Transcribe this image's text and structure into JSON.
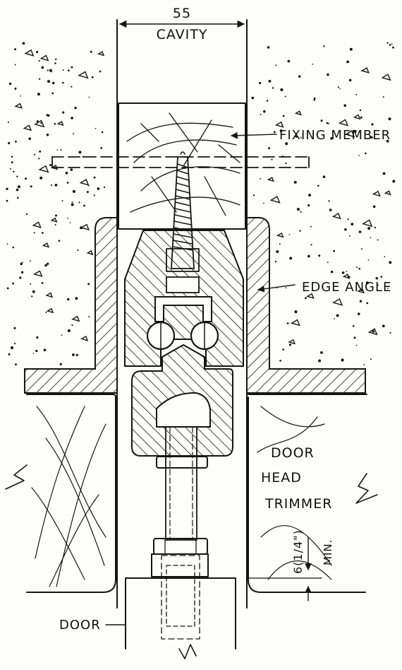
{
  "dimension": {
    "value": "55",
    "label": "CAVITY"
  },
  "labels": {
    "fixing_member": "FIXING MEMBER",
    "edge_angle": "EDGE ANGLE",
    "door_head_trimmer": [
      "DOOR",
      "HEAD",
      "TRIMMER"
    ],
    "door": "DOOR",
    "min_clearance": {
      "value": "6(1/4\")",
      "suffix": "MIN."
    }
  },
  "colors": {
    "ink": "#151515",
    "paper": "#fdfdfb"
  }
}
